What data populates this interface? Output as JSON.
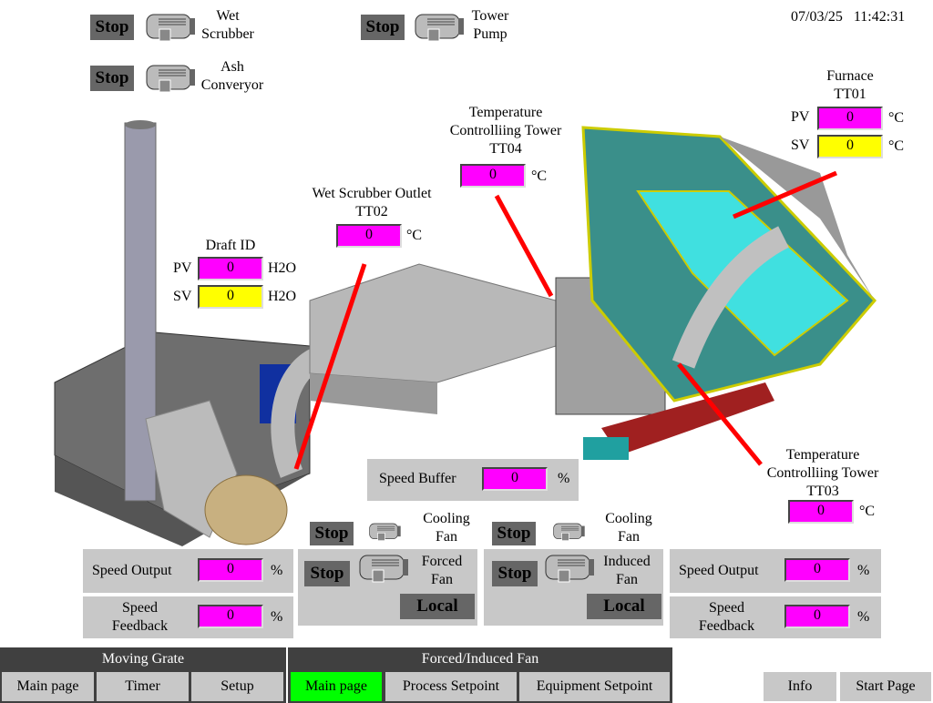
{
  "datetime": {
    "date": "07/03/25",
    "time": "11:42:31"
  },
  "motors": {
    "wet_scrubber": {
      "state": "Stop",
      "label1": "Wet",
      "label2": "Scrubber"
    },
    "tower_pump": {
      "state": "Stop",
      "label1": "Tower",
      "label2": "Pump"
    },
    "ash_conveyor": {
      "state": "Stop",
      "label1": "Ash",
      "label2": "Converyor"
    },
    "cooling_fan_1": {
      "state": "Stop",
      "label1": "Cooling",
      "label2": "Fan"
    },
    "cooling_fan_2": {
      "state": "Stop",
      "label1": "Cooling",
      "label2": "Fan"
    },
    "forced_fan": {
      "state": "Stop",
      "label1": "Forced",
      "label2": "Fan",
      "mode": "Local"
    },
    "induced_fan": {
      "state": "Stop",
      "label1": "Induced",
      "label2": "Fan",
      "mode": "Local"
    }
  },
  "furnace": {
    "title1": "Furnace",
    "title2": "TT01",
    "pv_label": "PV",
    "pv": "0",
    "sv_label": "SV",
    "sv": "0",
    "unit": "°C"
  },
  "tt04": {
    "title1": "Temperature",
    "title2": "Controlliing Tower",
    "title3": "TT04",
    "value": "0",
    "unit": "°C"
  },
  "tt02": {
    "title1": "Wet Scrubber Outlet",
    "title2": "TT02",
    "value": "0",
    "unit": "°C"
  },
  "tt03": {
    "title1": "Temperature",
    "title2": "Controlliing Tower",
    "title3": "TT03",
    "value": "0",
    "unit": "°C"
  },
  "draft": {
    "title": "Draft ID",
    "pv_label": "PV",
    "pv": "0",
    "sv_label": "SV",
    "sv": "0",
    "unit": "H2O"
  },
  "speed_buffer": {
    "label": "Speed Buffer",
    "value": "0",
    "unit": "%"
  },
  "forced_speed": {
    "output_label": "Speed Output",
    "output": "0",
    "fb_label1": "Speed",
    "fb_label2": "Feedback",
    "feedback": "0",
    "unit": "%"
  },
  "induced_speed": {
    "output_label": "Speed Output",
    "output": "0",
    "fb_label1": "Speed",
    "fb_label2": "Feedback",
    "feedback": "0",
    "unit": "%"
  },
  "nav": {
    "moving_grate": {
      "title": "Moving Grate",
      "items": [
        "Main page",
        "Timer",
        "Setup"
      ]
    },
    "fan": {
      "title": "Forced/Induced Fan",
      "items": [
        "Main page",
        "Process Setpoint",
        "Equipment Setpoint"
      ]
    },
    "info": "Info",
    "start": "Start Page"
  },
  "colors": {
    "value_box": "#ff00ff",
    "setpoint_box": "#ffff00",
    "active_nav": "#00ff00",
    "stop": "#666666"
  }
}
